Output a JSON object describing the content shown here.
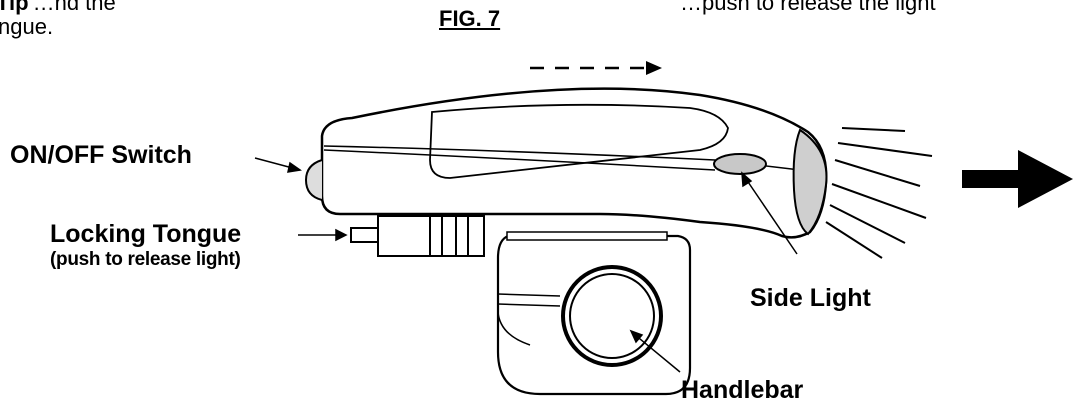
{
  "intro_text": {
    "line1_fragment_left": "Tip",
    "line1_fragment_left_rest": "…nd the",
    "line1_fragment_right": "…push to release the light",
    "line2": "ngue."
  },
  "figure": {
    "title": "FIG. 7"
  },
  "labels": {
    "on_off_switch": "ON/OFF Switch",
    "locking_tongue": "Locking Tongue",
    "locking_tongue_note": "(push to release light)",
    "side_light": "Side Light",
    "handlebar": "Handlebar"
  }
}
